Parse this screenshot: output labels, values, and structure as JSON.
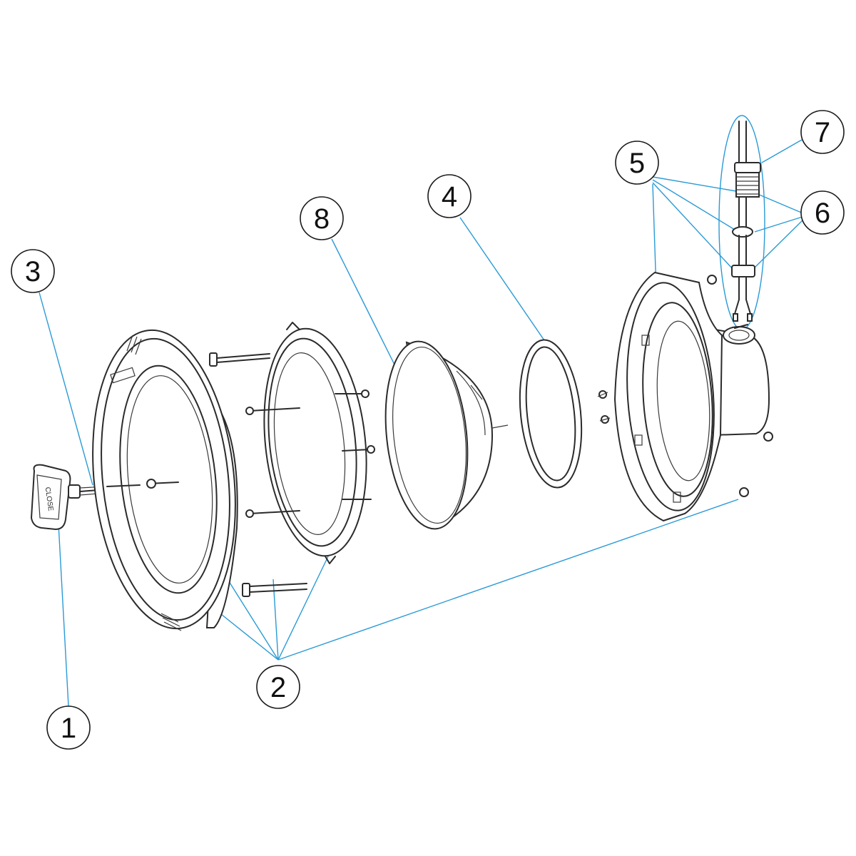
{
  "callouts": [
    {
      "id": "1",
      "label": "1"
    },
    {
      "id": "2",
      "label": "2"
    },
    {
      "id": "3",
      "label": "3"
    },
    {
      "id": "4",
      "label": "4"
    },
    {
      "id": "5",
      "label": "5"
    },
    {
      "id": "6",
      "label": "6"
    },
    {
      "id": "7",
      "label": "7"
    },
    {
      "id": "8",
      "label": "8"
    }
  ],
  "key_engraving": "CLOSE",
  "colors": {
    "leader": "#2a9ad6",
    "outline": "#2b2b2b",
    "background": "#ffffff"
  }
}
